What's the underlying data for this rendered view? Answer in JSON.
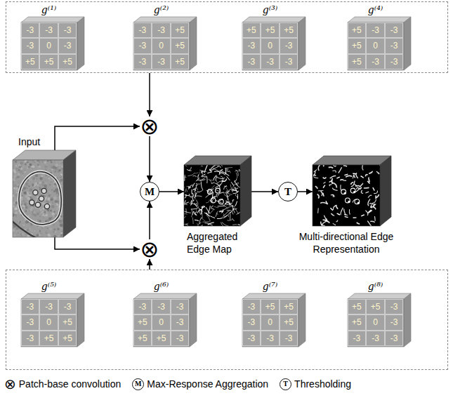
{
  "diagram": {
    "nodes": [
      {
        "text": []
      },
      {
        "text": [
          "g⁽¹⁾",
          "-3",
          "-3",
          "-3",
          "-3",
          "0",
          "-3",
          "+5",
          "+5",
          "+5"
        ],
        "in": 0
      },
      {
        "text": [
          "g⁽²⁾",
          "-3",
          "-3",
          "+5",
          "-3",
          "0",
          "+5",
          "-3",
          "-3",
          "+5"
        ],
        "in": 0
      },
      {
        "text": [
          "g⁽³⁾",
          "+5",
          "+5",
          "+5",
          "-3",
          "0",
          "-3",
          "-3",
          "-3",
          "-3"
        ],
        "in": 0
      },
      {
        "text": [
          "g⁽⁴⁾",
          "+5",
          "-3",
          "-3",
          "+5",
          "0",
          "-3",
          "+5",
          "-3",
          "-3"
        ],
        "in": 0
      },
      {
        "text": [
          "Input"
        ]
      },
      {
        "text": [
          "⊗"
        ]
      },
      {
        "text": [
          "M"
        ]
      },
      {
        "text": [
          "Aggregated Edge Map"
        ]
      },
      {
        "text": [
          "T"
        ]
      },
      {
        "text": [
          "Multi-directional Edge Representation"
        ]
      },
      {
        "text": [
          "⊗"
        ]
      },
      {
        "text": []
      },
      {
        "text": [
          "g⁽⁵⁾",
          "-3",
          "-3",
          "-3",
          "-3",
          "0",
          "+5",
          "-3",
          "+5",
          "+5"
        ],
        "in": 12
      },
      {
        "text": [
          "g⁽⁶⁾",
          "-3",
          "-3",
          "-3",
          "+5",
          "0",
          "-3",
          "+5",
          "+5",
          "-3"
        ],
        "in": 12
      },
      {
        "text": [
          "g⁽⁷⁾",
          "-3",
          "+5",
          "+5",
          "-3",
          "0",
          "+5",
          "-3",
          "-3",
          "-3"
        ],
        "in": 12
      },
      {
        "text": [
          "g⁽⁸⁾",
          "+5",
          "+5",
          "-3",
          "+5",
          "0",
          "-3",
          "-3",
          "-3",
          "-3"
        ],
        "in": 12
      }
    ],
    "edges": [
      {
        "from": 0,
        "to": 6,
        "arrow": "to"
      },
      {
        "from": 5,
        "to": 6,
        "arrow": "to"
      },
      {
        "from": 5,
        "to": 11,
        "arrow": "to"
      },
      {
        "from": 6,
        "to": 7,
        "arrow": "to"
      },
      {
        "from": 11,
        "to": 7,
        "arrow": "to"
      },
      {
        "from": 12,
        "to": 11,
        "arrow": "to"
      },
      {
        "from": 7,
        "to": 8,
        "arrow": "to"
      },
      {
        "from": 8,
        "to": 9,
        "arrow": "to"
      },
      {
        "from": 9,
        "to": 10,
        "arrow": "to"
      }
    ],
    "labels": [
      "⊗",
      "M",
      "T"
    ],
    "legend": [
      {
        "text": "Patch-base convolution"
      },
      {
        "text": "Max-Response Aggregation"
      },
      {
        "text": "Thresholding"
      }
    ]
  }
}
